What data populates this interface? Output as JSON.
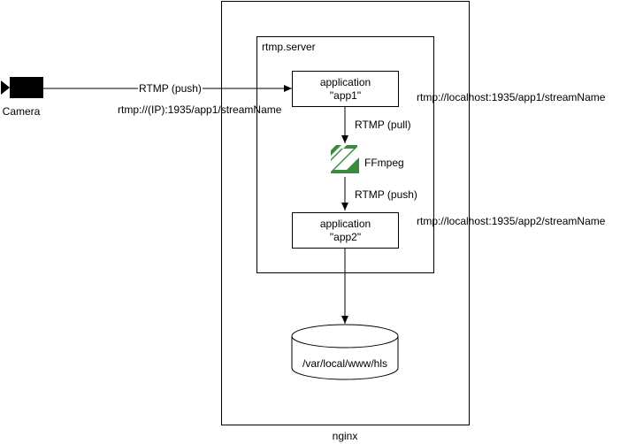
{
  "nginx": {
    "label": "nginx"
  },
  "rtmp_server": {
    "label": "rtmp.server"
  },
  "camera": {
    "label": "Camera",
    "input_url": "rtmp://(IP):1935/app1/streamName"
  },
  "edges": {
    "camera_to_app1": "RTMP (push)",
    "app1_to_ffmpeg": "RTMP (pull)",
    "ffmpeg_to_app2": "RTMP (push)"
  },
  "app1": {
    "line1": "application",
    "line2": "\"app1\"",
    "url": "rtmp://localhost:1935/app1/streamName"
  },
  "app2": {
    "line1": "application",
    "line2": "\"app2\"",
    "url": "rtmp://localhost:1935/app2/streamName"
  },
  "ffmpeg": {
    "label": "FFmpeg",
    "icon_color": "#3b8a3b"
  },
  "storage": {
    "label": "/var/local/www/hls"
  }
}
